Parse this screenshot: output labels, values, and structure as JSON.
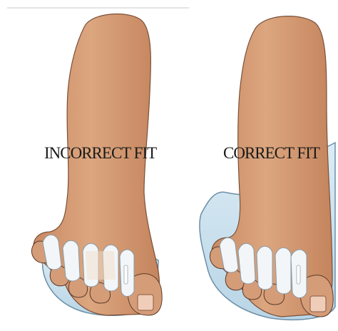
{
  "panels": [
    {
      "label": "INCORRECT FIT",
      "label_color": "#1a1a1a"
    },
    {
      "label": "CORRECT FIT",
      "label_color": "#1a1a1a"
    }
  ],
  "colors": {
    "skin": "#d9a07d",
    "skin_shadow": "#c28462",
    "sock_fill": "#cfe4f0",
    "sock_edge": "#6c8fa8",
    "separator_fill": "#f2f6f8",
    "nail": "#f0cdb8",
    "outline": "#5a3b2a",
    "top_rule": "#c8c8c8"
  },
  "icons": [
    "foot-illustration",
    "gel-toe-separator",
    "sock-liner"
  ]
}
